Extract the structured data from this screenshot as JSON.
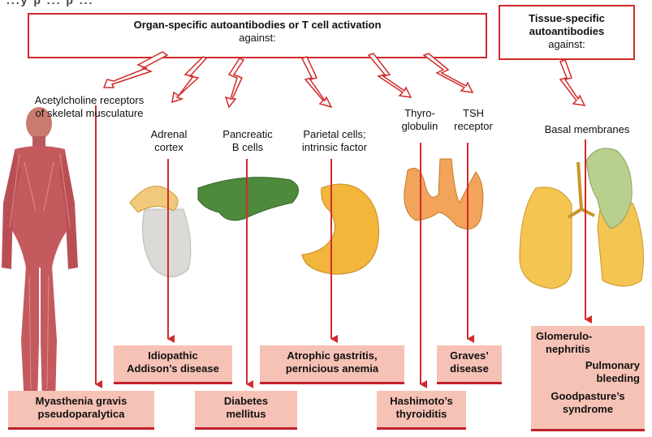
{
  "top_text": "...y  p  ...  p  ...",
  "organ_box": {
    "line1": "Organ-specific autoantibodies or T cell activation",
    "line2": "against:"
  },
  "tissue_box": {
    "line1": "Tissue-specific",
    "line2": "autoantibodies",
    "line3": "against:"
  },
  "targets": {
    "acetylcholine_1": "Acetylcholine receptors",
    "acetylcholine_2": "of skeletal musculature",
    "adrenal_1": "Adrenal",
    "adrenal_2": "cortex",
    "pancreatic_1": "Pancreatic",
    "pancreatic_2": "B cells",
    "parietal_1": "Parietal cells;",
    "parietal_2": "intrinsic factor",
    "thyro_1": "Thyro-",
    "thyro_2": "globulin",
    "tsh_1": "TSH",
    "tsh_2": "receptor",
    "basal": "Basal membranes"
  },
  "diseases": {
    "myasthenia_1": "Myasthenia gravis",
    "myasthenia_2": "pseudoparalytica",
    "addison_1": "Idiopathic",
    "addison_2": "Addison’s disease",
    "diabetes_1": "Diabetes",
    "diabetes_2": "mellitus",
    "gastritis_1": "Atrophic gastritis,",
    "gastritis_2": "pernicious anemia",
    "hashimoto_1": "Hashimoto’s",
    "hashimoto_2": "thyroiditis",
    "graves_1": "Graves’",
    "graves_2": "disease",
    "glomerulo_1": "Glomerulo-",
    "glomerulo_2": "nephritis",
    "pulmonary_1": "Pulmonary",
    "pulmonary_2": "bleeding",
    "goodpasture_1": "Goodpasture’s",
    "goodpasture_2": "syndrome"
  },
  "colors": {
    "arrow_red": "#d22a2a",
    "disease_fill": "#f6c2b6",
    "disease_border": "#c0202a",
    "muscle": "#c45a5e",
    "adrenal": "#f0c97a",
    "pancreas": "#4e8a3c",
    "stomach": "#f2b63c",
    "thyroid": "#f2a55a",
    "lung": "#f5c552",
    "kidney_green": "#b9cf8e"
  },
  "icons": [
    "lightning-arrow-icon",
    "body-muscle-icon",
    "kidney-adrenal-icon",
    "pancreas-icon",
    "stomach-icon",
    "thyroid-icon",
    "lungs-kidney-icon"
  ]
}
